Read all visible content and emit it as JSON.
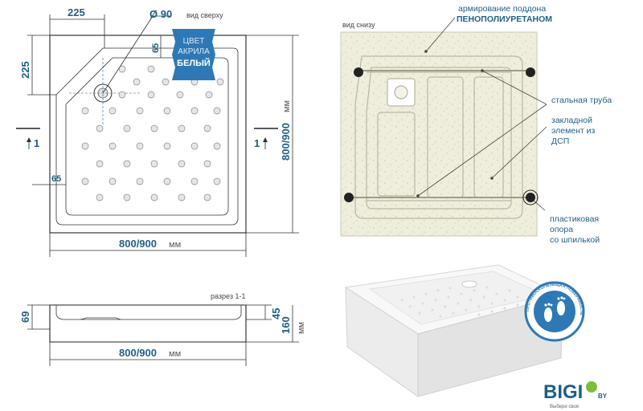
{
  "top_view": {
    "title": "вид сверху",
    "dim_corner": "225",
    "dim_corner_vertical": "225",
    "dim_diameter": "Ø 90",
    "dim_65_top": "65",
    "dim_65_side": "65",
    "section_marker": "1",
    "width_value": "800/900",
    "width_unit": "мм",
    "depth_value": "800/900",
    "depth_unit": "мм"
  },
  "color_badge": {
    "line1": "ЦВЕТ",
    "line2": "АКРИЛА",
    "line3": "БЕЛЫЙ"
  },
  "bottom_view": {
    "title": "вид снизу",
    "reinforcement_line1": "армирование поддона",
    "reinforcement_line2": "ПЕНОПОЛИУРЕТАНОМ",
    "steel_pipe": "стальная труба",
    "embedded_line1": "закладной",
    "embedded_line2": "элемент из",
    "embedded_line3": "ДСП",
    "support_line1": "пластиковая",
    "support_line2": "опора",
    "support_line3": "со шпилькой"
  },
  "section": {
    "title": "разрез 1-1",
    "dim_69": "69",
    "dim_45": "45",
    "dim_160": "160",
    "dim_160_unit": "мм",
    "width_value": "800/900",
    "width_unit": "мм"
  },
  "seal": {
    "text": "ПРОТИВОСКОЛЬЗЯЩАЯ ПОВЕРХНОСТЬ"
  },
  "brand": {
    "logo": "BIGI",
    "suffix": "BY",
    "tagline": "Выбери своё"
  },
  "colors": {
    "accent": "#1f5f86",
    "badge": "#2e79b5",
    "panel": "#efeedd"
  }
}
